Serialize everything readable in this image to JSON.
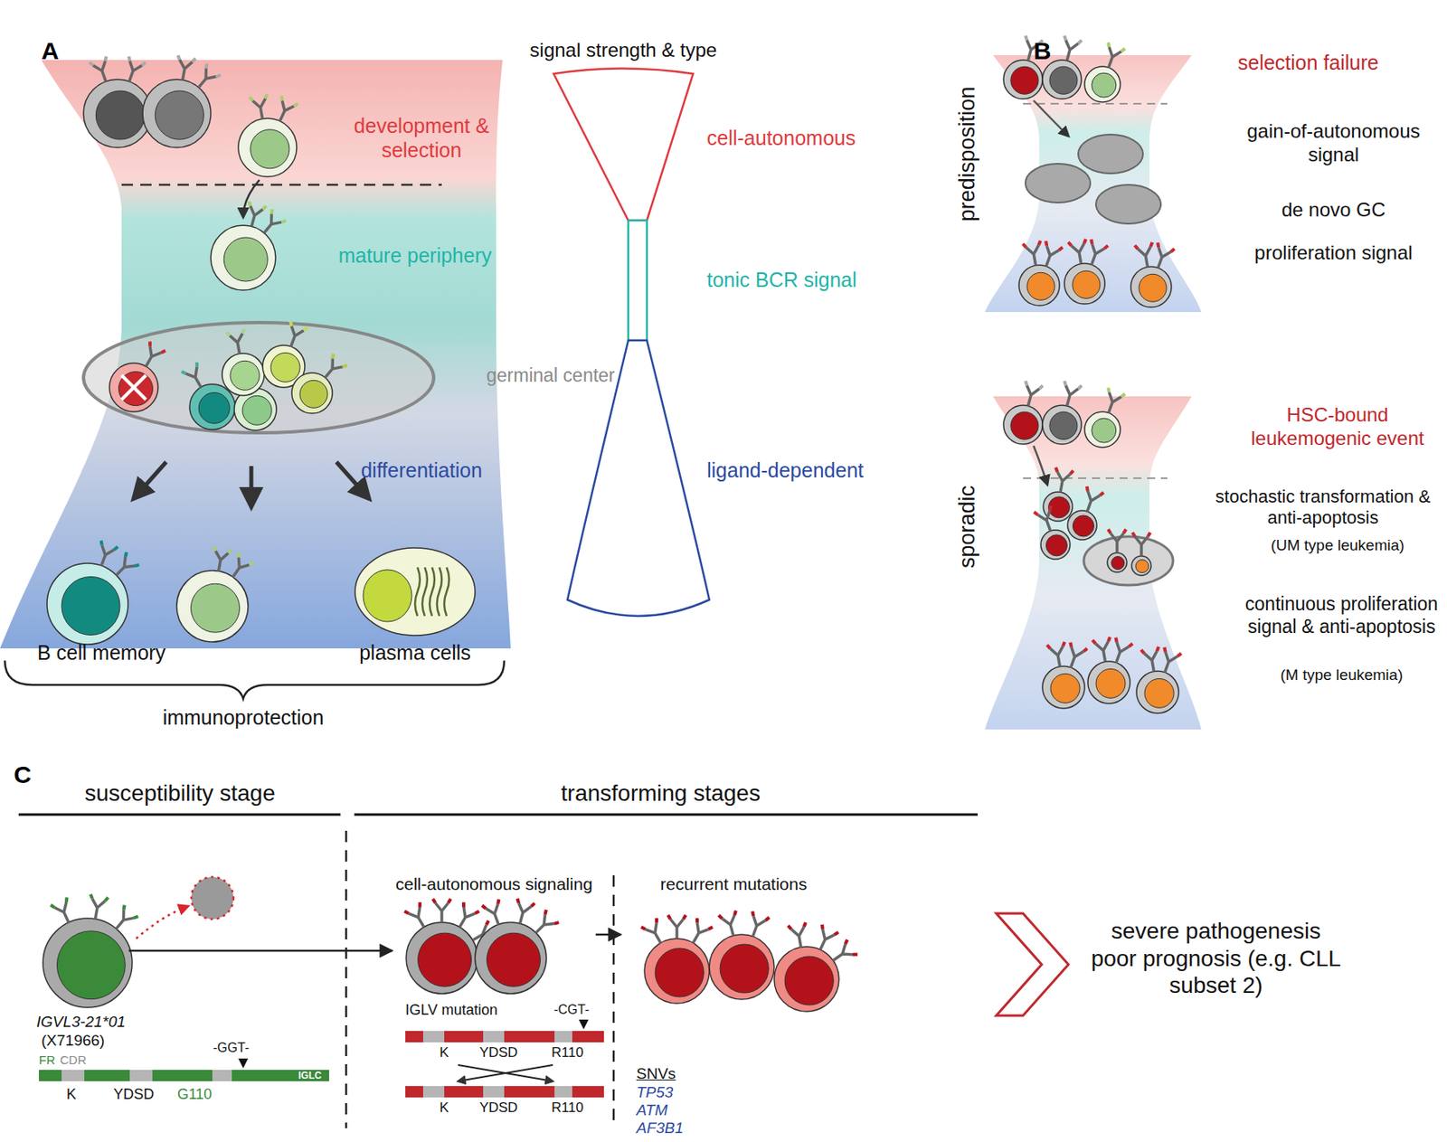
{
  "diagram": {
    "nodes": [
      {
        "text": [
          "IGVL3-21*01",
          "(X71966)"
        ]
      },
      {
        "text": [
          "cell-autonomous signaling"
        ]
      },
      {
        "text": [
          "recurrent mutations"
        ]
      },
      {
        "text": [
          "severe pathogenesis poor prognosis (e.g. CLL subset 2)"
        ]
      }
    ],
    "edges": [
      {
        "from": 0,
        "to": 1,
        "arrow": "to"
      },
      {
        "from": 1,
        "to": 2,
        "arrow": "to"
      }
    ],
    "labels": [
      "A",
      "development & selection",
      "mature periphery",
      "germinal center",
      "differentiation",
      "B cell memory",
      "plasma cells",
      "immunoprotection",
      "signal strength & type",
      "cell-autonomous",
      "tonic BCR signal",
      "ligand-dependent",
      "B",
      "predisposition",
      "selection failure",
      "gain-of-autonomous signal",
      "de novo GC",
      "proliferation signal",
      "sporadic",
      "HSC-bound leukemogenic event",
      "stochastic transformation & anti-apoptosis",
      "(UM type leukemia)",
      "continuous proliferation signal & anti-apoptosis",
      "(M type leukemia)",
      "C",
      "susceptibility stage",
      "transforming stages",
      "FR",
      "CDR",
      "-GGT-",
      "IGLC",
      "K",
      "YDSD",
      "G110",
      "IGLV mutation",
      "-CGT-",
      "K",
      "YDSD",
      "R110",
      "K",
      "YDSD",
      "R110",
      "SNVs",
      "TP53",
      "ATM",
      "AF3B1"
    ]
  }
}
